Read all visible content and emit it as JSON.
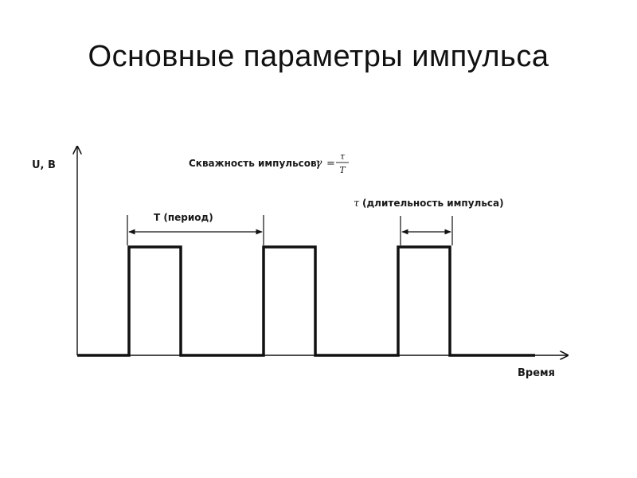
{
  "slide": {
    "title": "Основные параметры импульса"
  },
  "diagram": {
    "y_axis_label": "U, B",
    "x_axis_label": "Время",
    "duty_label": "Скважность импульсов:",
    "duty_formula": {
      "lhs": "γ",
      "equals": "=",
      "numerator": "τ",
      "denominator": "T"
    },
    "period_label": "T (период)",
    "duration_symbol": "τ",
    "duration_text": "(длительность импульса)",
    "pulses": [
      {
        "start": 0,
        "end": 1
      },
      {
        "start": 2.6,
        "end": 3.6
      },
      {
        "start": 5.2,
        "end": 6.2
      }
    ]
  },
  "colors": {
    "line": "#111111",
    "text": "#1a1a1a",
    "background": "#ffffff"
  }
}
